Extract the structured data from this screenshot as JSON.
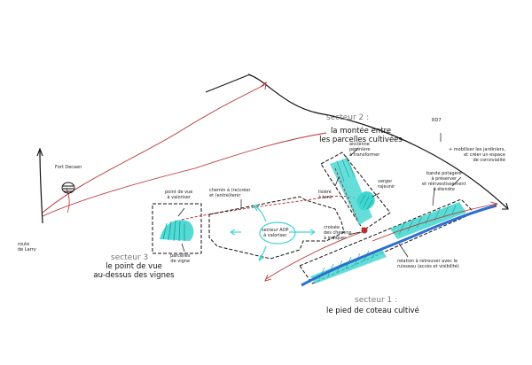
{
  "labels": {
    "fort": "Fort Decaen",
    "road_larry": "route\nde Larry",
    "rd7": "RD7",
    "mobiliser": "+ mobiliser les jardiniers,\net créer un espace\nde convivialité",
    "chemin": "chemin à (re)créer\net (entre)tenir",
    "ancienne_pepiniere": "ancienne\npépinière\nà transformer",
    "verger": "verger\nrajeunir",
    "lisiere": "lisière\nà tenir",
    "croisee": "croisée\ndes chemins\nà indiquer",
    "point_de_vue": "point de vue\nà valoriser",
    "parcelles_vigne": "parcelles\nde vigne",
    "secteur_aop": "secteur AOP\nà valoriser",
    "bande_potagere": "bande potagère\nà préserver\net réinvestissement\nà étendre",
    "relation": "relation à retrouver avec le\nruisseau (accès et visibilité)"
  },
  "sectors": {
    "s1": {
      "number": "secteur 1 :",
      "title": "le pied de coteau cultivé"
    },
    "s2": {
      "number": "secteur 2 :",
      "title": "la montée entre\nles parcelles cultivées"
    },
    "s3": {
      "number": "secteur 3",
      "title": "le point de vue\nau-dessus des vignes"
    }
  },
  "colors": {
    "ink": "#111111",
    "red": "#b8312f",
    "cyan": "#3fd6d0",
    "cyan_dark": "#1a9b96",
    "blue": "#2d6fd1"
  }
}
